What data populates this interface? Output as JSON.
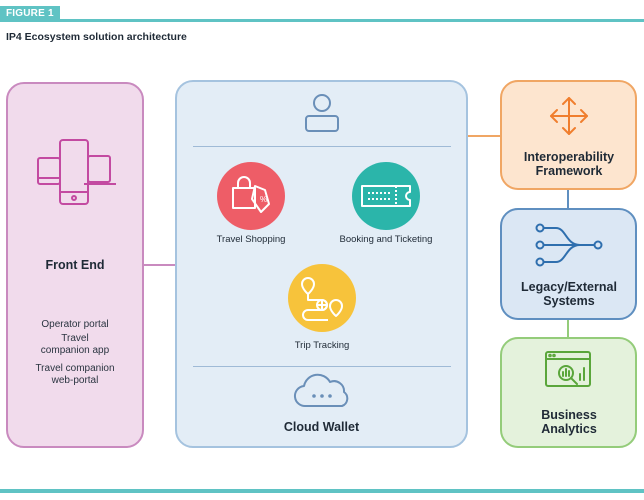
{
  "figure": {
    "tag": "FIGURE 1",
    "title": "IP4 Ecosystem solution architecture"
  },
  "front_end": {
    "title": "Front End",
    "items": [
      "Operator portal",
      "Travel companion app",
      "Travel companion web-portal"
    ],
    "icon": "devices-icon"
  },
  "center": {
    "user_icon": "user-icon",
    "modules": [
      {
        "label": "Travel Shopping",
        "color": "#ee5d67",
        "icon": "shopping-bag-icon"
      },
      {
        "label": "Booking and Ticketing",
        "color": "#2bb5aa",
        "icon": "ticket-icon"
      },
      {
        "label": "Trip Tracking",
        "color": "#f7c33b",
        "icon": "route-icon"
      }
    ],
    "wallet": {
      "label": "Cloud Wallet",
      "icon": "cloud-icon"
    }
  },
  "right": {
    "interop": {
      "title": "Interoperability Framework",
      "icon": "move-arrows-icon"
    },
    "legacy": {
      "title": "Legacy/External Systems",
      "icon": "branching-icon"
    },
    "analytics": {
      "title": "Business Analytics",
      "icon": "analytics-icon"
    }
  },
  "colors": {
    "accent": "#5fc3c4",
    "front_end_fill": "#f1dbec",
    "front_end_border": "#c98abf",
    "center_fill": "#e3edf6",
    "center_border": "#a5c3df",
    "interop_fill": "#fde5cf",
    "interop_border": "#f0a664",
    "legacy_fill": "#dbe7f4",
    "legacy_border": "#5f8fc0",
    "analytics_fill": "#e4f2dc",
    "analytics_border": "#94cc7a"
  }
}
